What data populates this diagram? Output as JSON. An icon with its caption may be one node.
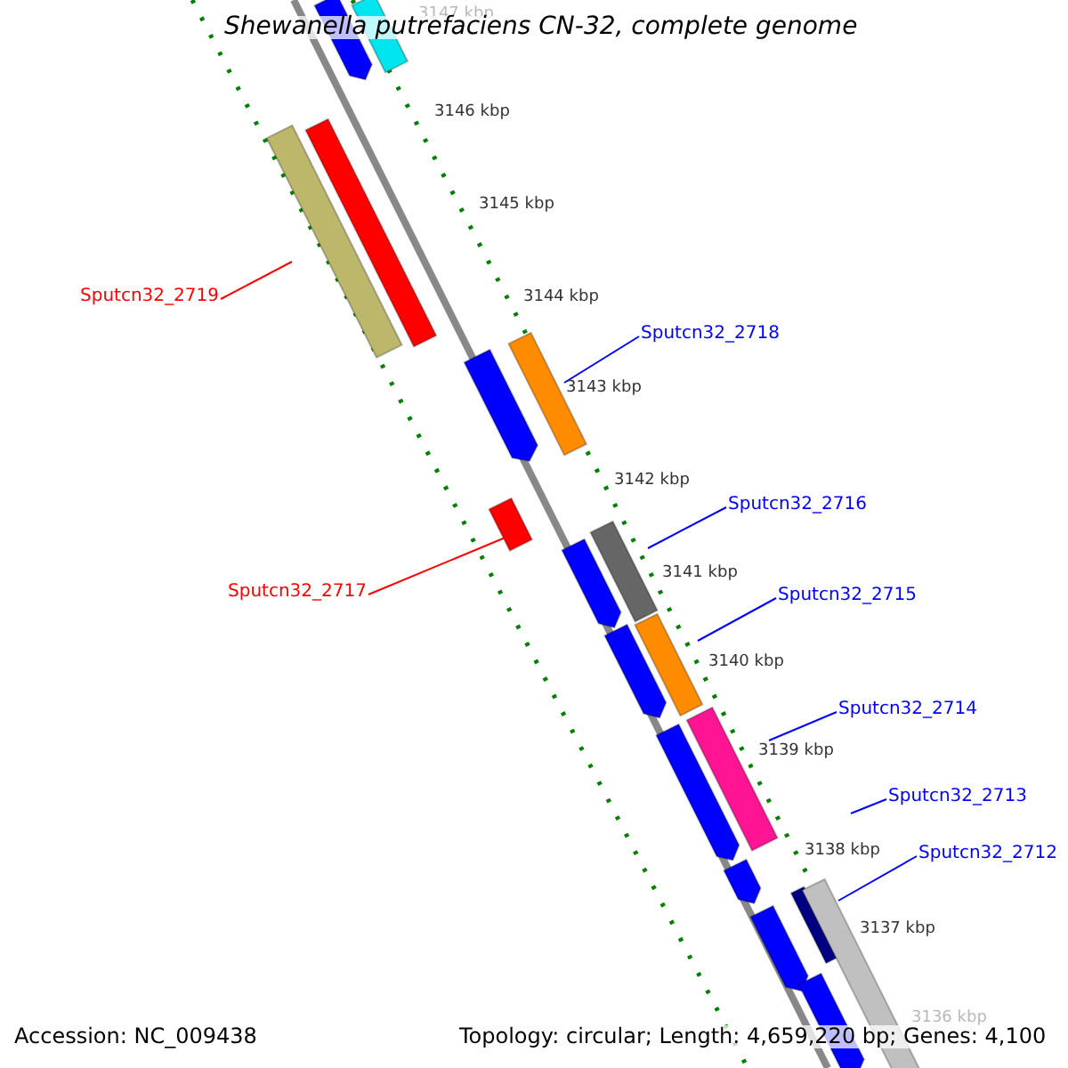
{
  "diagram": {
    "title": "Shewanella putrefaciens CN-32, complete genome",
    "nodes": [
      {
        "text": [
          "Sputcn32_2719"
        ]
      },
      {
        "text": [],
        "shape": "bar"
      },
      {
        "text": [
          "Sputcn32_2718"
        ]
      },
      {
        "text": [],
        "shape": "bar"
      },
      {
        "text": [
          "Sputcn32_2717"
        ]
      },
      {
        "text": [],
        "shape": "bar"
      },
      {
        "text": [
          "Sputcn32_2716"
        ]
      },
      {
        "text": [],
        "shape": "bar"
      },
      {
        "text": [
          "Sputcn32_2715"
        ]
      },
      {
        "text": [],
        "shape": "bar"
      },
      {
        "text": [
          "Sputcn32_2714"
        ]
      },
      {
        "text": [],
        "shape": "bar"
      },
      {
        "text": [
          "Sputcn32_2713"
        ]
      },
      {
        "text": [
          "Sputcn32_2712"
        ]
      },
      {
        "text": [],
        "shape": "bar"
      },
      {
        "text": [],
        "shape": "bar"
      },
      {
        "text": [],
        "shape": "bar"
      },
      {
        "text": [],
        "shape": "bar"
      },
      {
        "text": [],
        "shape": "bar"
      },
      {
        "text": [],
        "shape": "bar"
      },
      {
        "text": [],
        "shape": "bar"
      },
      {
        "text": [],
        "shape": "bar"
      },
      {
        "text": [],
        "shape": "bar"
      },
      {
        "text": [],
        "shape": "bar"
      },
      {
        "text": [],
        "shape": "bar"
      },
      {
        "text": [],
        "shape": "bar"
      }
    ],
    "edges": [
      {
        "from": 0,
        "to": 1,
        "arrow": "none",
        "color": "#ff0000"
      },
      {
        "from": 2,
        "to": 3,
        "arrow": "none"
      },
      {
        "from": 4,
        "to": 5,
        "arrow": "none",
        "color": "#ff0000"
      },
      {
        "from": 6,
        "to": 7,
        "arrow": "none"
      },
      {
        "from": 8,
        "to": 9,
        "arrow": "none"
      },
      {
        "from": 10,
        "to": 11,
        "arrow": "none"
      },
      {
        "from": 12,
        "to": null,
        "arrow": "none"
      },
      {
        "from": 13,
        "to": 14,
        "arrow": "none"
      }
    ],
    "labels": [
      "3147 kbp",
      "3146 kbp",
      "3145 kbp",
      "3144 kbp",
      "3143 kbp",
      "3142 kbp",
      "3141 kbp",
      "3140 kbp",
      "3139 kbp",
      "3138 kbp",
      "3137 kbp",
      "3136 kbp",
      "Accession: NC_009438",
      "Topology: circular; Length: 4,659,220 bp; Genes: 4,100"
    ]
  }
}
